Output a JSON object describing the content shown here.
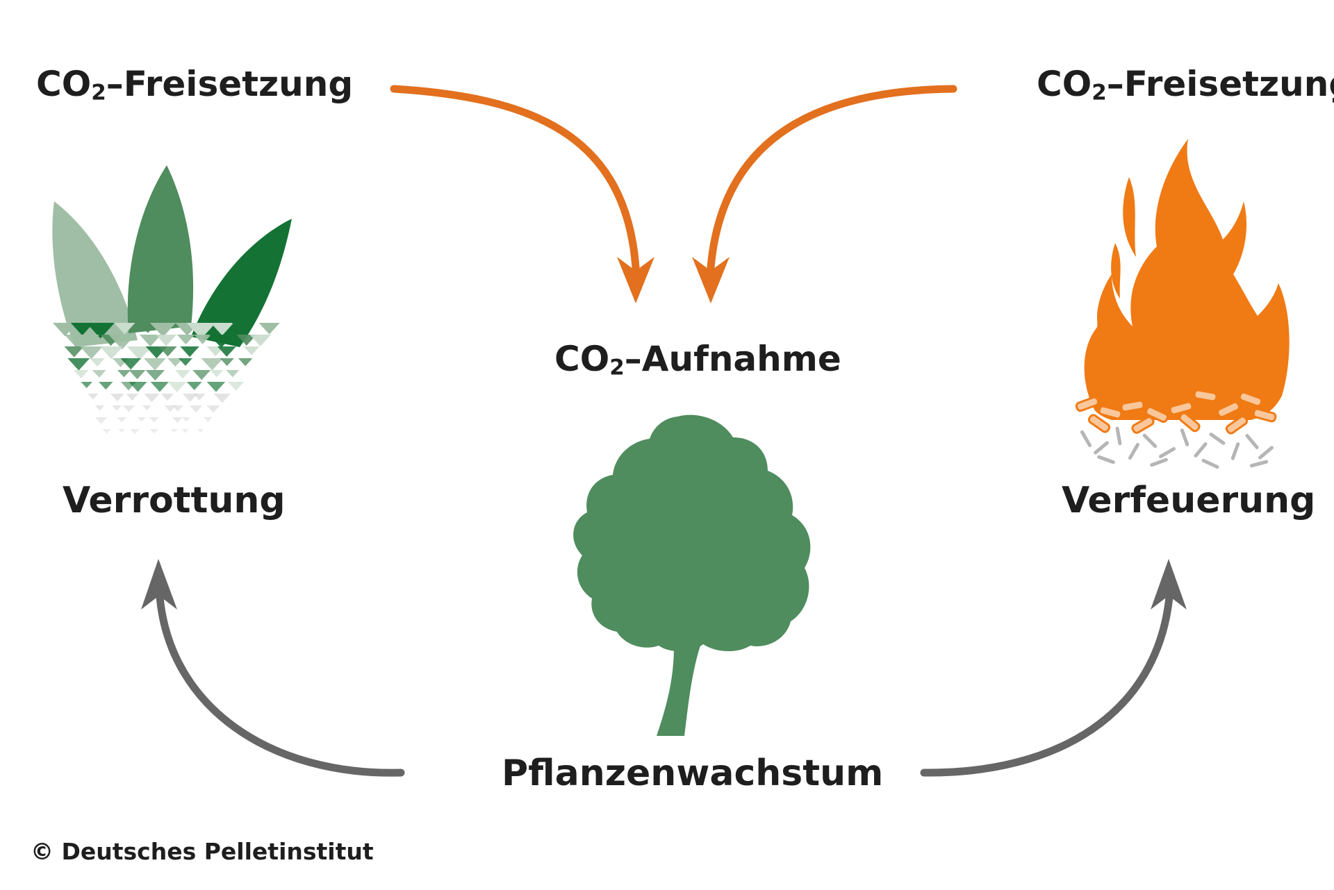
{
  "labels": {
    "release_left": {
      "prefix": "CO",
      "subscript": "2",
      "suffix": "–Freisetzung"
    },
    "release_right": {
      "prefix": "CO",
      "subscript": "2",
      "suffix": "–Freisetzung"
    },
    "uptake": {
      "prefix": "CO",
      "subscript": "2",
      "suffix": "–Aufnahme"
    },
    "decay": "Verrottung",
    "combustion": "Verfeuerung",
    "growth": "Pflanzenwachstum",
    "copyright": "© Deutsches Pelletinstitut"
  },
  "colors": {
    "release_arrow": "#e2701e",
    "growth_arrow": "#666666",
    "tree": "#4f8c5e",
    "fire": "#f07a14",
    "leaf_light": "#9fbea5",
    "leaf_mid": "#4f8c5e",
    "leaf_dark": "#137234",
    "ash": "#b5b5b5",
    "text": "#1e1e1e"
  },
  "icons": [
    "leaves-decay-icon",
    "tree-icon",
    "fire-icon"
  ]
}
